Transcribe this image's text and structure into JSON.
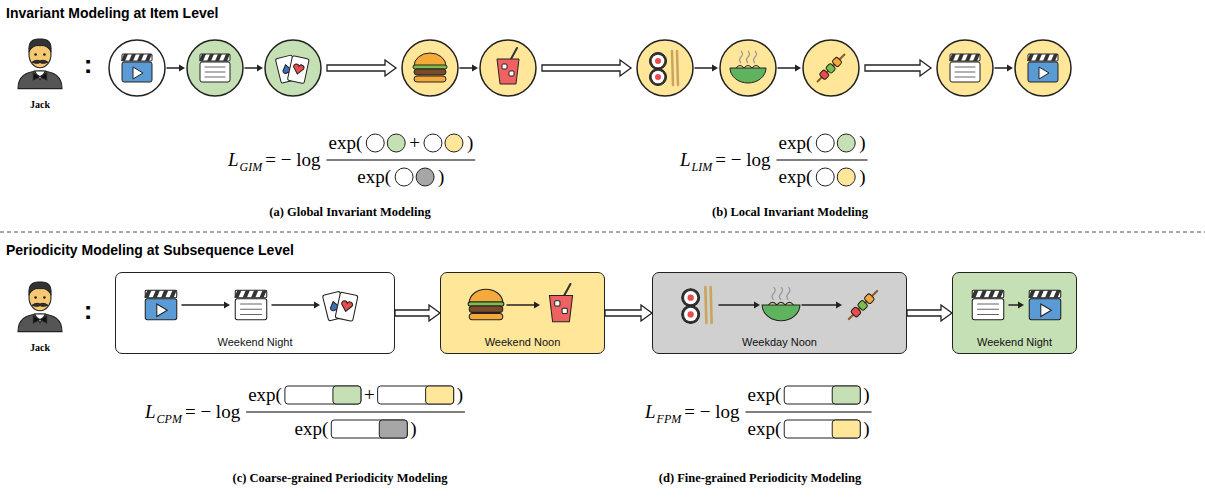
{
  "diagram": {
    "nodes": [
      {
        "text": [
          "Weekend Night"
        ]
      },
      {
        "text": [
          "Weekend Noon"
        ]
      },
      {
        "text": [
          "Weekday Noon"
        ]
      },
      {
        "text": [
          "Weekend Night"
        ]
      }
    ],
    "edges": [
      {
        "from": 0,
        "to": 1,
        "arrow": "to"
      },
      {
        "from": 1,
        "to": 2,
        "arrow": "to"
      },
      {
        "from": 2,
        "to": 3,
        "arrow": "to"
      }
    ],
    "labels": [
      "Invariant Modeling at Item Level",
      "Jack",
      ":",
      "L",
      "GIM",
      "= − log",
      "exp(",
      "+",
      ")",
      "exp(",
      ")",
      "(a) Global Invariant Modeling",
      "L",
      "LIM",
      "= − log",
      "exp(",
      ")",
      "exp(",
      ")",
      "(b) Local Invariant Modeling",
      "Periodicity Modeling at Subsequence Level",
      "Jack",
      ":",
      "L",
      "CPM",
      "= − log",
      "exp(",
      "+",
      ")",
      "exp(",
      ")",
      "(c) Coarse-grained Periodicity Modeling",
      "L",
      "FPM",
      "= − log",
      "exp(",
      ")",
      "exp(",
      ")",
      "(d) Fine-grained Periodicity Modeling"
    ]
  }
}
